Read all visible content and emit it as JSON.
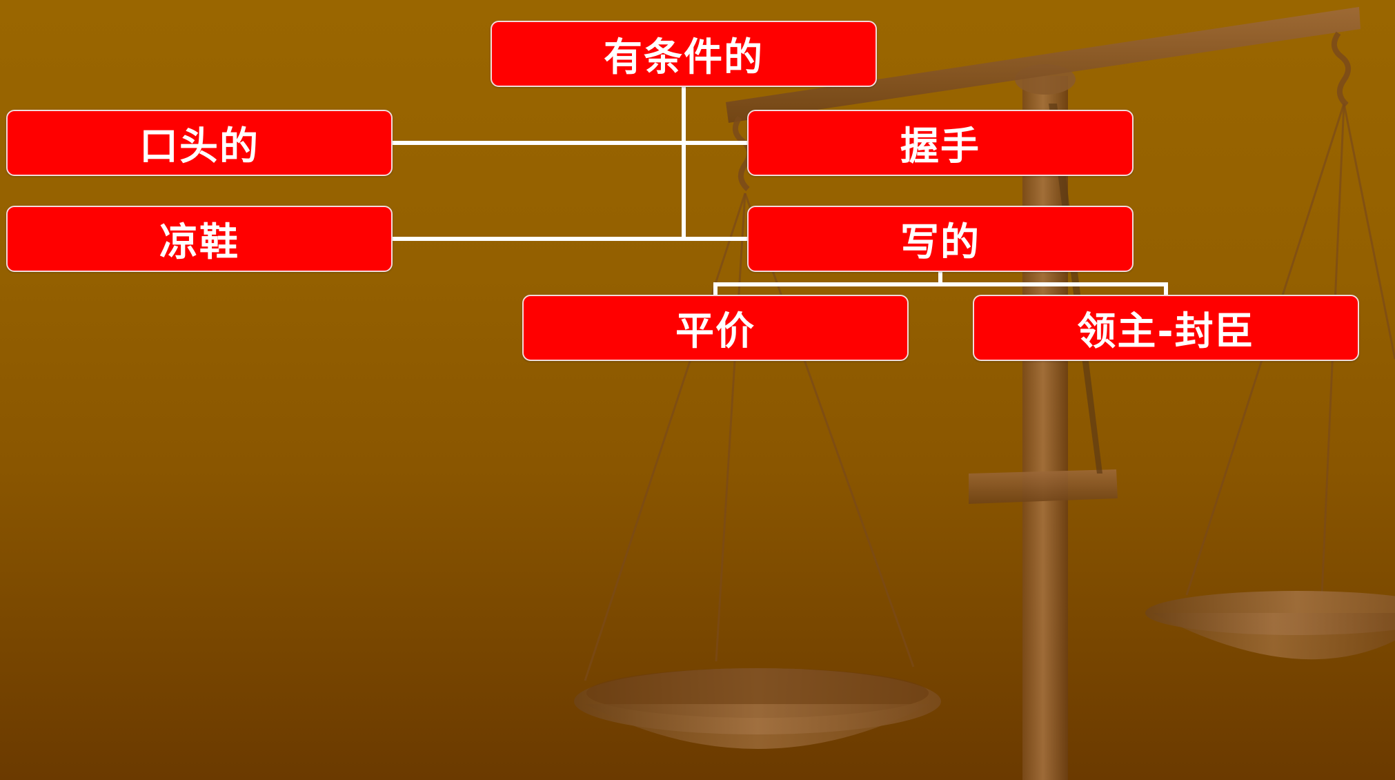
{
  "diagram": {
    "nodes": {
      "root": "有条件的",
      "oral": "口头的",
      "handshake": "握手",
      "sandal": "凉鞋",
      "written": "写的",
      "fair_price": "平价",
      "lord_vassal": "领主-封臣"
    },
    "edges": [
      [
        "root",
        "oral"
      ],
      [
        "root",
        "handshake"
      ],
      [
        "root",
        "sandal"
      ],
      [
        "root",
        "written"
      ],
      [
        "written",
        "fair_price"
      ],
      [
        "written",
        "lord_vassal"
      ]
    ]
  },
  "colors": {
    "background": "#9a6600",
    "node_fill": "#ff0000",
    "node_text": "#ffffff",
    "connector": "#ffffff"
  },
  "decoration": "balance-scale-icon"
}
